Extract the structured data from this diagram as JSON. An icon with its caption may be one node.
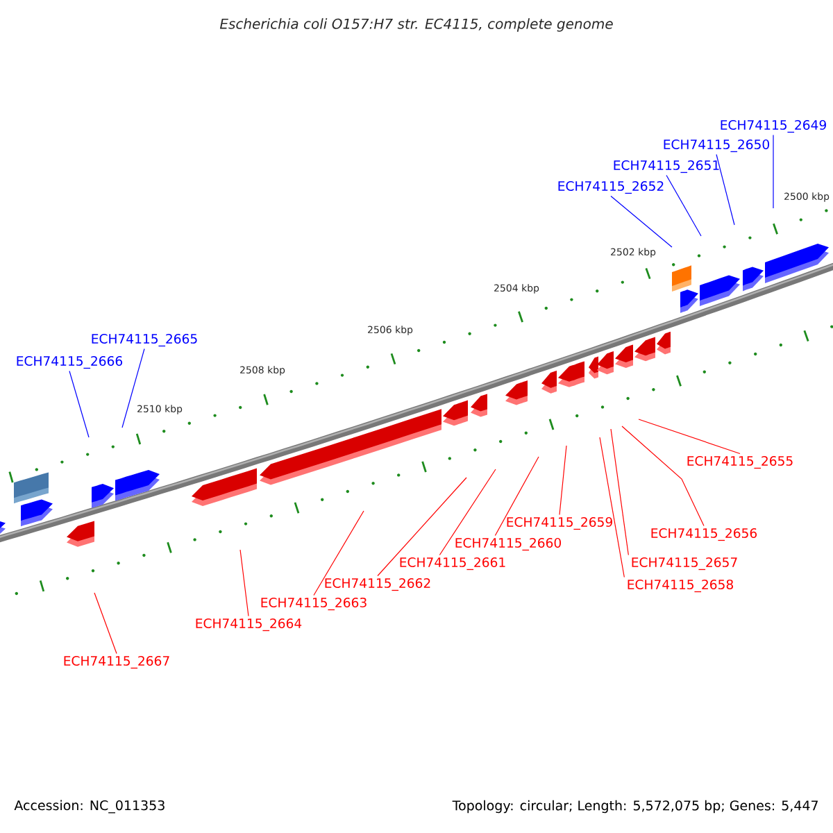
{
  "diagram": {
    "title": "Escherichia coli O157:H7 str. EC4115, complete genome",
    "nodes": [
      {
        "text": [
          "ECH74115_2649"
        ]
      },
      {
        "text": [
          "ECH74115_2650"
        ]
      },
      {
        "text": [
          "ECH74115_2651"
        ]
      },
      {
        "text": [
          "ECH74115_2652"
        ]
      },
      {
        "text": [
          "ECH74115_2665"
        ]
      },
      {
        "text": [
          "ECH74115_2666"
        ]
      },
      {
        "text": [
          "ECH74115_2655"
        ]
      },
      {
        "text": [
          "ECH74115_2659"
        ]
      },
      {
        "text": [
          "ECH74115_2656"
        ]
      },
      {
        "text": [
          "ECH74115_2660"
        ]
      },
      {
        "text": [
          "ECH74115_2661"
        ]
      },
      {
        "text": [
          "ECH74115_2657"
        ]
      },
      {
        "text": [
          "ECH74115_2662"
        ]
      },
      {
        "text": [
          "ECH74115_2658"
        ]
      },
      {
        "text": [
          "ECH74115_2663"
        ]
      },
      {
        "text": [
          "ECH74115_2664"
        ]
      },
      {
        "text": [
          "ECH74115_2667"
        ]
      }
    ],
    "edges": [
      {
        "from": 0,
        "to": null,
        "arrow": "none",
        "color": "#0000ff"
      },
      {
        "from": 1,
        "to": null,
        "arrow": "none",
        "color": "#0000ff"
      },
      {
        "from": 2,
        "to": null,
        "arrow": "none",
        "color": "#0000ff"
      },
      {
        "from": 3,
        "to": null,
        "arrow": "none",
        "color": "#0000ff"
      },
      {
        "from": 4,
        "to": null,
        "arrow": "none",
        "color": "#0000ff"
      },
      {
        "from": 5,
        "to": null,
        "arrow": "none",
        "color": "#0000ff"
      },
      {
        "from": 6,
        "to": null,
        "arrow": "none"
      },
      {
        "from": 7,
        "to": null,
        "arrow": "none"
      },
      {
        "from": 8,
        "to": null,
        "arrow": "none"
      },
      {
        "from": 9,
        "to": null,
        "arrow": "none"
      },
      {
        "from": 10,
        "to": null,
        "arrow": "none"
      },
      {
        "from": 11,
        "to": null,
        "arrow": "none"
      },
      {
        "from": 12,
        "to": null,
        "arrow": "none"
      },
      {
        "from": 13,
        "to": null,
        "arrow": "none"
      },
      {
        "from": 14,
        "to": null,
        "arrow": "none"
      },
      {
        "from": 15,
        "to": null,
        "arrow": "none"
      },
      {
        "from": 16,
        "to": null,
        "arrow": "none"
      }
    ],
    "labels": [
      "2500 kbp",
      "2502 kbp",
      "2504 kbp",
      "2506 kbp",
      "2508 kbp",
      "2510 kbp",
      "Accession: NC_011353",
      "Topology: circular; Length: 5,572,075 bp; Genes: 5,447"
    ]
  }
}
